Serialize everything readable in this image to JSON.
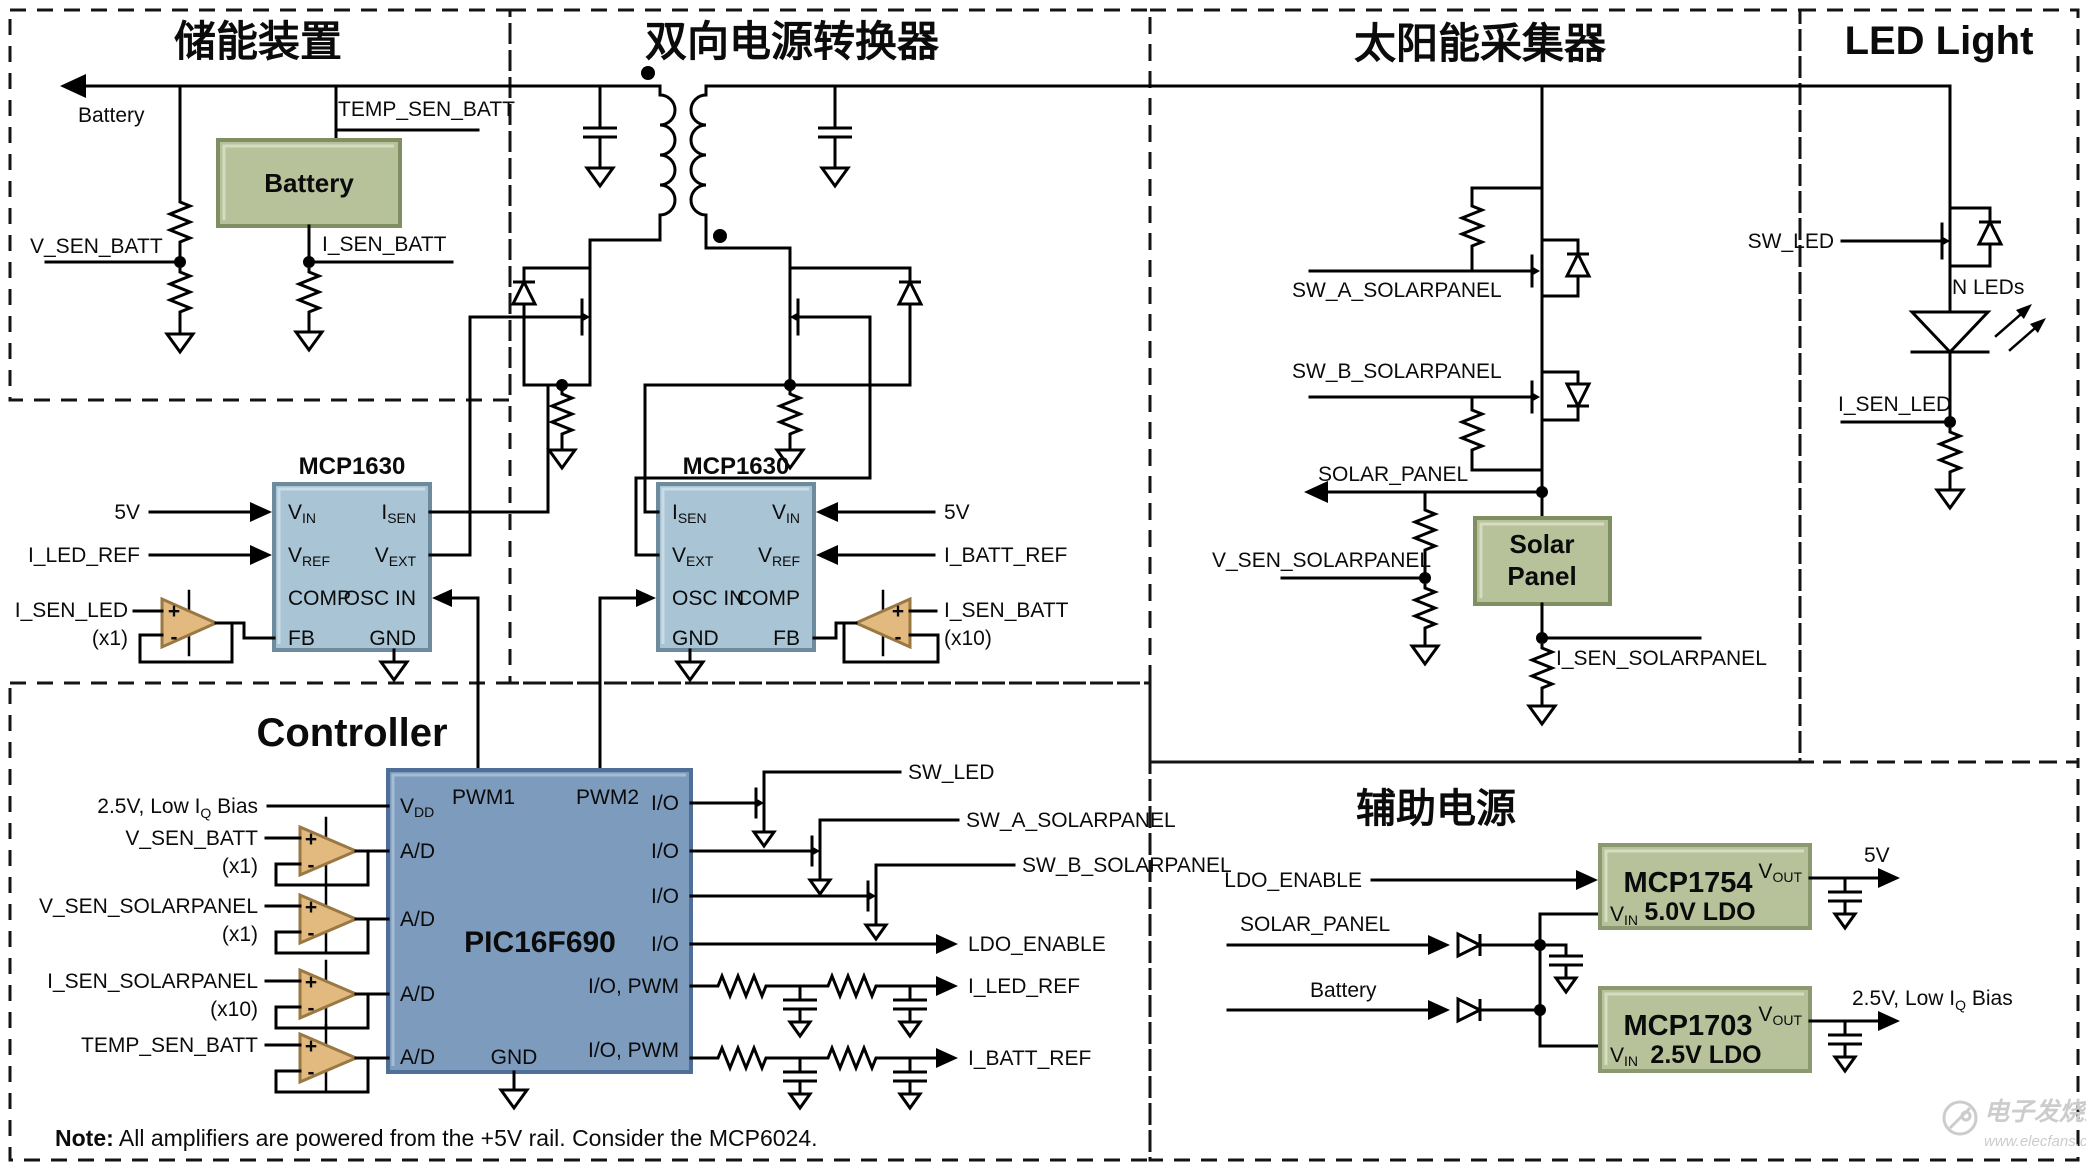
{
  "colors": {
    "wire": "#000000",
    "chip_fill": "#a9c4d4",
    "chip_border": "#6e8b9d",
    "pic_fill": "#7d9bbc",
    "pic_border": "#4f6f99",
    "block_fill": "#b7c29a",
    "block_border": "#7f8f62",
    "amp_fill": "#e2b97f",
    "amp_border": "#9a7844",
    "watermark": "#cccccc"
  },
  "sections": {
    "storage": "储能装置",
    "converter": "双向电源转换器",
    "solar": "太阳能采集器",
    "led": "LED Light",
    "controller": "Controller",
    "aux": "辅助电源"
  },
  "storage": {
    "battery_net": "Battery",
    "battery_block": "Battery",
    "temp_sen": "TEMP_SEN_BATT",
    "v_sen": "V_SEN_BATT",
    "i_sen": "I_SEN_BATT"
  },
  "converter": {
    "chip_left": {
      "name": "MCP1630",
      "pl": [
        [
          "V",
          "IN"
        ],
        [
          "V",
          "REF"
        ],
        [
          "COMP",
          ""
        ],
        [
          "FB",
          ""
        ]
      ],
      "pr": [
        [
          "I",
          "SEN"
        ],
        [
          "V",
          "EXT"
        ],
        [
          "OSC IN",
          ""
        ],
        [
          "GND",
          ""
        ]
      ]
    },
    "chip_right": {
      "name": "MCP1630",
      "pl": [
        [
          "I",
          "SEN"
        ],
        [
          "V",
          "EXT"
        ],
        [
          "OSC IN",
          ""
        ],
        [
          "GND",
          ""
        ]
      ],
      "pr": [
        [
          "V",
          "IN"
        ],
        [
          "V",
          "REF"
        ],
        [
          "COMP",
          ""
        ],
        [
          "FB",
          ""
        ]
      ]
    },
    "left": {
      "v5": "5V",
      "ref": "I_LED_REF",
      "sen": "I_SEN_LED",
      "gain": "(x1)"
    },
    "right": {
      "v5": "5V",
      "ref": "I_BATT_REF",
      "sen": "I_SEN_BATT",
      "gain": "(x10)"
    }
  },
  "controller": {
    "chip": "PIC16F690",
    "pwm1": "PWM1",
    "pwm2": "PWM2",
    "vdd": [
      "V",
      "DD"
    ],
    "ad": "A/D",
    "gnd": "GND",
    "io": "I/O",
    "io_pwm": "I/O, PWM",
    "bias": {
      "pre": "2.5V, Low I",
      "sub": "Q",
      "post": " Bias"
    },
    "amps": [
      {
        "label": "V_SEN_BATT",
        "gain": "(x1)"
      },
      {
        "label": "V_SEN_SOLARPANEL",
        "gain": "(x1)"
      },
      {
        "label": "I_SEN_SOLARPANEL",
        "gain": "(x10)"
      },
      {
        "label": "TEMP_SEN_BATT",
        "gain": ""
      }
    ],
    "outs": {
      "sw_led": "SW_LED",
      "sw_a": "SW_A_SOLARPANEL",
      "sw_b": "SW_B_SOLARPANEL",
      "ldo_en": "LDO_ENABLE",
      "i_led_ref": "I_LED_REF",
      "i_batt_ref": "I_BATT_REF"
    },
    "note": {
      "bold": "Note:",
      "text": " All amplifiers are powered from the +5V rail. Consider the MCP6024."
    }
  },
  "solar": {
    "sw_a": "SW_A_SOLARPANEL",
    "sw_b": "SW_B_SOLARPANEL",
    "net": "SOLAR_PANEL",
    "v_sen": "V_SEN_SOLARPANEL",
    "i_sen": "I_SEN_SOLARPANEL",
    "block": [
      "Solar",
      "Panel"
    ]
  },
  "led": {
    "sw": "SW_LED",
    "n": "N LEDs",
    "i_sen": "I_SEN_LED"
  },
  "aux": {
    "ldo_en": "LDO_ENABLE",
    "solar": "SOLAR_PANEL",
    "battery": "Battery",
    "ldo1": {
      "name": "MCP1754",
      "type": "5.0V LDO",
      "vin": [
        "V",
        "IN"
      ],
      "vout": [
        "V",
        "OUT"
      ],
      "out": "5V"
    },
    "ldo2": {
      "name": "MCP1703",
      "type": "2.5V LDO",
      "vin": [
        "V",
        "IN"
      ],
      "vout": [
        "V",
        "OUT"
      ],
      "out": {
        "pre": "2.5V, Low I",
        "sub": "Q",
        "post": " Bias"
      }
    }
  },
  "opamp": {
    "plus": "+",
    "minus": "-"
  },
  "watermark": {
    "brand": "电子发烧友",
    "url": "www.elecfans.com"
  }
}
